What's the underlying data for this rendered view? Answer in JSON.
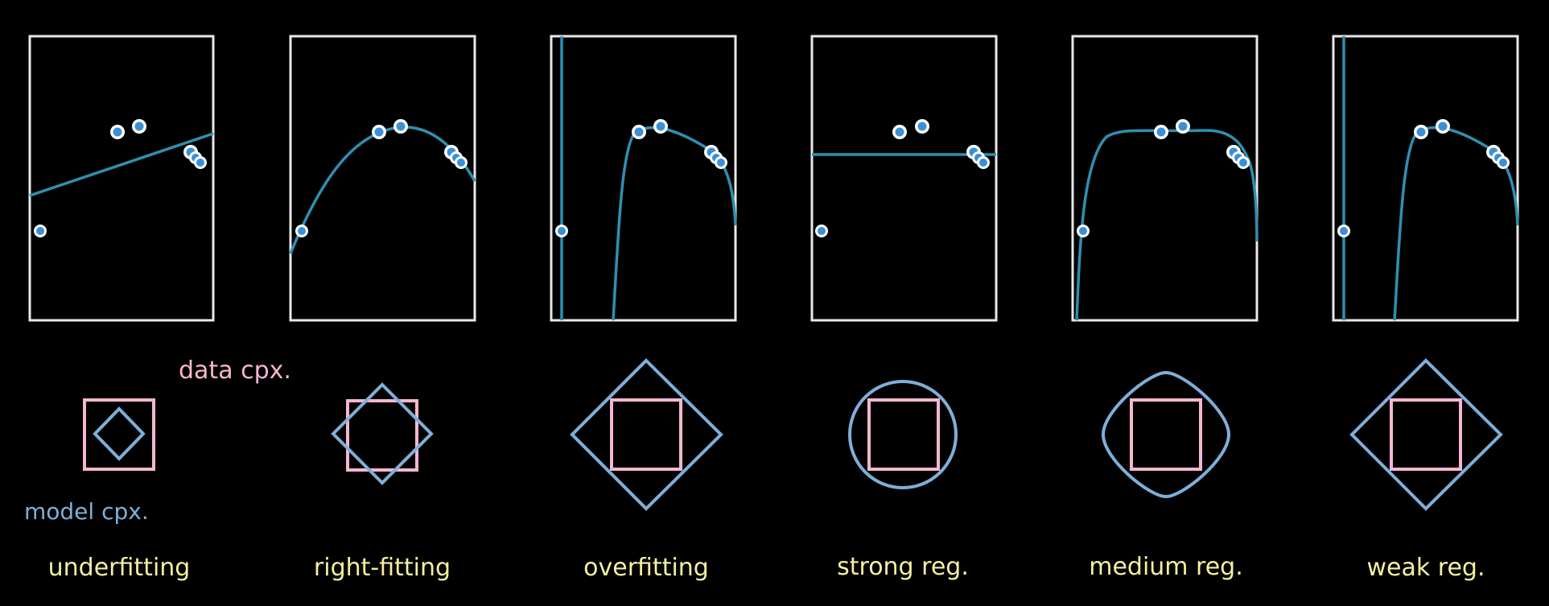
{
  "legend": {
    "data_label": "data cpx.",
    "model_label": "model cpx."
  },
  "colors": {
    "background": "#000000",
    "panel_border": "#e8e8e8",
    "fit_curve": "#2f8fb0",
    "point": "#3a8fd6",
    "data_square": "#f5b6d2",
    "model_shape": "#7fafd8",
    "caption": "#f6f0a0"
  },
  "panels": [
    {
      "caption": "underfitting",
      "model_shape": "small-diamond"
    },
    {
      "caption": "right-fitting",
      "model_shape": "medium-diamond"
    },
    {
      "caption": "overfitting",
      "model_shape": "large-diamond"
    },
    {
      "caption": "strong reg.",
      "model_shape": "circle"
    },
    {
      "caption": "medium reg.",
      "model_shape": "rounded-diamond"
    },
    {
      "caption": "weak reg.",
      "model_shape": "large-diamond"
    }
  ]
}
